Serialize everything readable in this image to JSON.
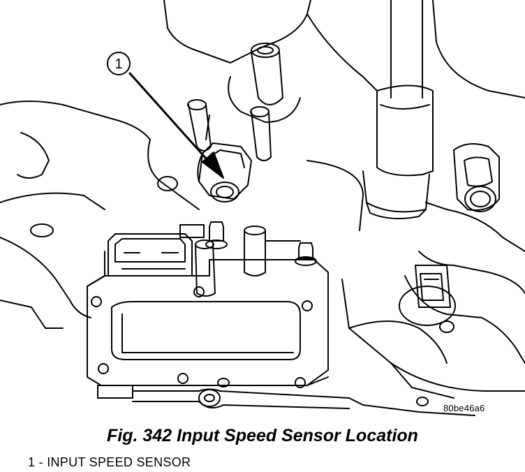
{
  "figure": {
    "code": "80be46a6",
    "caption": "Fig. 342 Input Speed Sensor Location",
    "callout_number": "1",
    "legend": [
      {
        "text": "1 - INPUT SPEED SENSOR"
      }
    ]
  }
}
